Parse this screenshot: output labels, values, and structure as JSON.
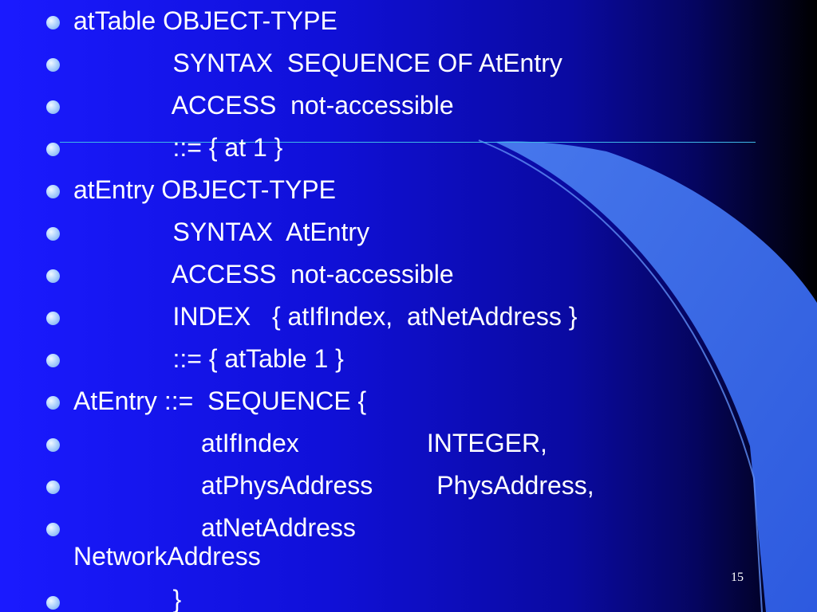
{
  "slide": {
    "lines": [
      "atTable OBJECT-TYPE",
      "              SYNTAX  SEQUENCE OF AtEntry",
      "              ACCESS  not-accessible",
      "              ::= { at 1 }",
      "atEntry OBJECT-TYPE",
      "              SYNTAX  AtEntry",
      "              ACCESS  not-accessible",
      "              INDEX   { atIfIndex,  atNetAddress }",
      "              ::= { atTable 1 }",
      "AtEntry ::=  SEQUENCE {",
      "                  atIfIndex                  INTEGER,",
      "                  atPhysAddress         PhysAddress,",
      "                  atNetAddress\nNetworkAddress",
      "              }"
    ],
    "slide_number": "15"
  },
  "colors": {
    "background_left": "#1a1aff",
    "background_right": "#000000",
    "curve": "#3a6ee8",
    "rule": "#3fb8e8",
    "text": "#ffffff"
  }
}
